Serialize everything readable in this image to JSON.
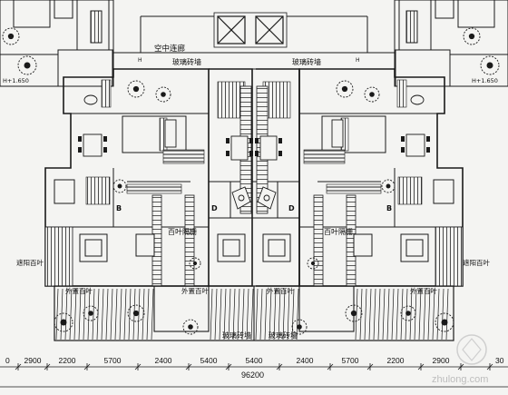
{
  "labels": {
    "sky_corridor": "空中连廊",
    "glass_wall_top_left": "玻璃砖墙",
    "glass_wall_top_right": "玻璃砖墙",
    "glass_wall_bottom": "玻璃砖墙",
    "glass_wall_bottom_right": "玻璃砖墙",
    "elev_left": "H+1.650",
    "elev_right": "H+1.650",
    "louver_left": "百叶隔栅",
    "louver_right": "百叶隔栅",
    "sunshade_left": "遮阳百叶",
    "sunshade_right": "遮阳百叶",
    "screen_1": "外置百叶",
    "screen_2": "外置百叶",
    "screen_3": "外置百叶",
    "screen_4": "外置百叶",
    "mark_b_left": "B",
    "mark_d_left": "D",
    "mark_d_right": "D",
    "mark_b_right": "B",
    "h_mark_left": "H",
    "h_mark_right": "H"
  },
  "dimensions": {
    "segments": [
      "2900",
      "2200",
      "5700",
      "2400",
      "5400",
      "5400",
      "2400",
      "5700",
      "2200",
      "2900"
    ],
    "edge_left": "0",
    "edge_right": "30",
    "total": "96200"
  },
  "watermark": {
    "text": "zhulong.com"
  },
  "colors": {
    "line": "#1a1a1a",
    "background": "#f4f4f2",
    "watermark": "#c8c8c8"
  }
}
